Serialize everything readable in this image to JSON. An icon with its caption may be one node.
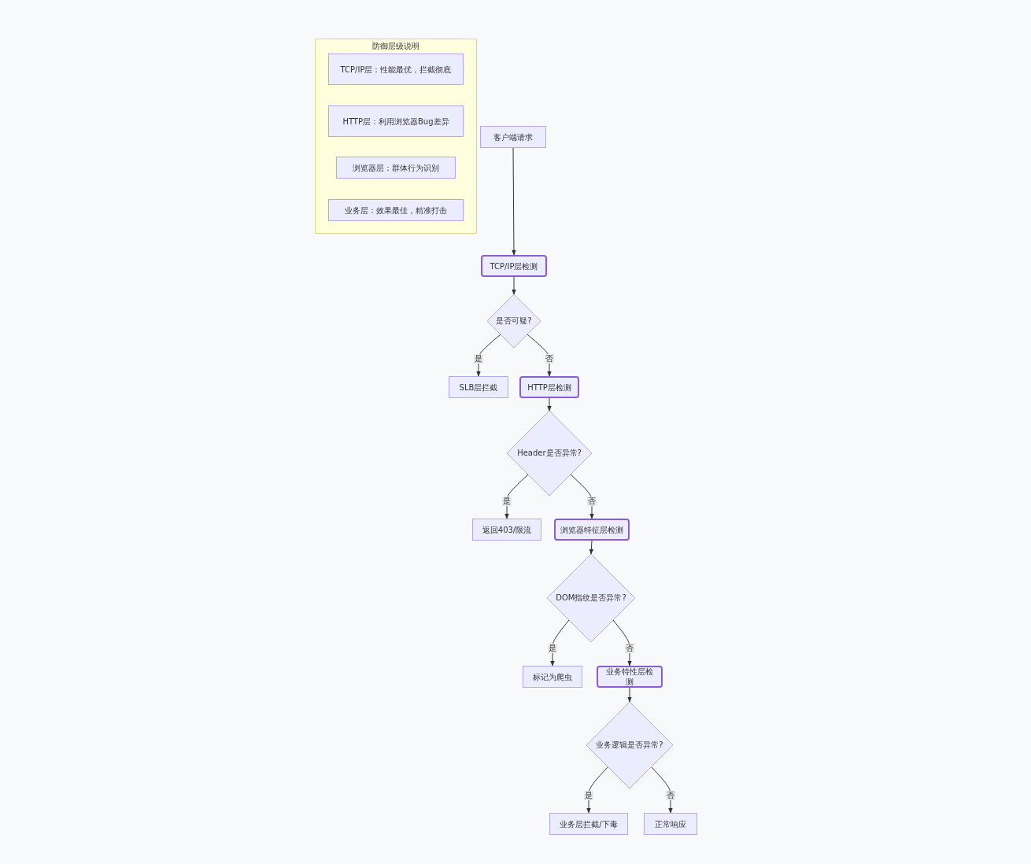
{
  "diagram": {
    "nodes": [
      {
        "text": [
          "防御层级说明"
        ]
      },
      {
        "text": [
          "TCP/IP层：性能最优，拦截彻底"
        ],
        "in": 0
      },
      {
        "text": [
          "HTTP层：利用浏览器Bug差异"
        ],
        "in": 0
      },
      {
        "text": [
          "浏览器层：群体行为识别"
        ],
        "in": 0
      },
      {
        "text": [
          "业务层：效果最佳，精准打击"
        ],
        "in": 0
      },
      {
        "text": [
          "客户端请求"
        ]
      },
      {
        "text": [
          "TCP/IP层检测"
        ]
      },
      {
        "text": [
          "是否可疑?"
        ]
      },
      {
        "text": [
          "SLB层拦截"
        ]
      },
      {
        "text": [
          "HTTP层检测"
        ]
      },
      {
        "text": [
          "Header是否异常?"
        ]
      },
      {
        "text": [
          "返回403/限流"
        ]
      },
      {
        "text": [
          "浏览器特征层检测"
        ]
      },
      {
        "text": [
          "DOM指纹是否异常?"
        ]
      },
      {
        "text": [
          "标记为爬虫"
        ]
      },
      {
        "text": [
          "业务特性层检测"
        ]
      },
      {
        "text": [
          "业务逻辑是否异常?"
        ]
      },
      {
        "text": [
          "业务层拦截/下毒"
        ]
      },
      {
        "text": [
          "正常响应"
        ]
      }
    ],
    "edges": [
      {
        "from": 5,
        "to": 6,
        "arrow": "to"
      },
      {
        "from": 6,
        "to": 7,
        "arrow": "to"
      },
      {
        "from": 7,
        "to": 8,
        "arrow": "to",
        "label": "是"
      },
      {
        "from": 7,
        "to": 9,
        "arrow": "to",
        "label": "否"
      },
      {
        "from": 9,
        "to": 10,
        "arrow": "to"
      },
      {
        "from": 10,
        "to": 11,
        "arrow": "to",
        "label": "是"
      },
      {
        "from": 10,
        "to": 12,
        "arrow": "to",
        "label": "否"
      },
      {
        "from": 12,
        "to": 13,
        "arrow": "to"
      },
      {
        "from": 13,
        "to": 14,
        "arrow": "to",
        "label": "是"
      },
      {
        "from": 13,
        "to": 15,
        "arrow": "to",
        "label": "否"
      },
      {
        "from": 15,
        "to": 16,
        "arrow": "to"
      },
      {
        "from": 16,
        "to": 17,
        "arrow": "to",
        "label": "是"
      },
      {
        "from": 16,
        "to": 18,
        "arrow": "to",
        "label": "否"
      }
    ]
  }
}
